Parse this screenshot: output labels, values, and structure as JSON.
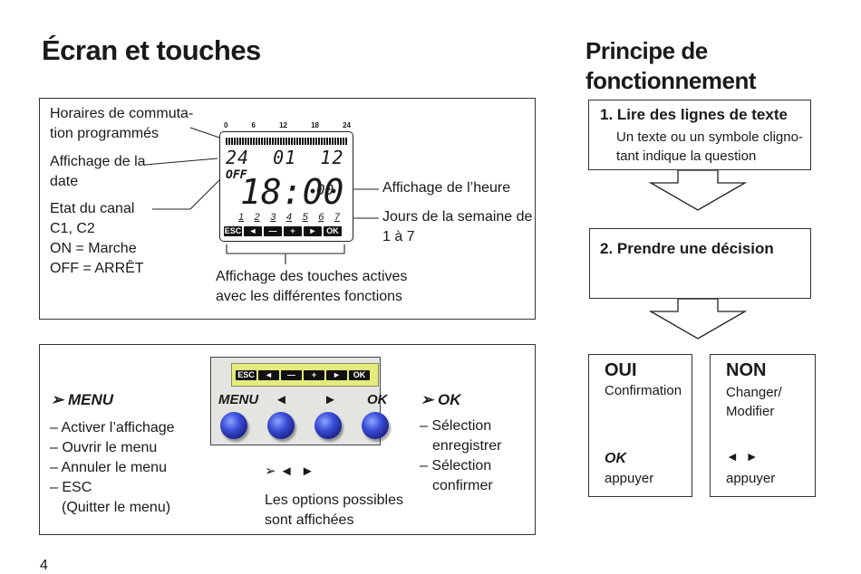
{
  "left_title": "Écran et touches",
  "right_title": [
    "Principe de",
    "fonctionnement"
  ],
  "page_number": "4",
  "screen_panel": {
    "label_schedule": [
      "Horaires de commuta-",
      "tion programmés"
    ],
    "label_date": [
      "Affichage de la",
      "date"
    ],
    "label_channel": [
      "Etat du canal",
      "C1, C2",
      "ON = Marche",
      "OFF = ARRÊT"
    ],
    "label_time": "Affichage de l’heure",
    "label_days": [
      "Jours de la semaine de",
      "1 à 7"
    ],
    "label_keys": [
      "Affichage des touches actives",
      "avec les différentes fonctions"
    ],
    "lcd": {
      "scale": [
        "0",
        "6",
        "12",
        "18",
        "24"
      ],
      "date": "24  01  12",
      "status": "OFF",
      "time": "18:00",
      "seconds": "00",
      "days": [
        "1",
        "2",
        "3",
        "4",
        "5",
        "6",
        "7"
      ],
      "keys": [
        "ESC",
        "◄",
        "—",
        "+",
        "►",
        "OK"
      ]
    }
  },
  "keys_panel": {
    "menu_heading": "MENU",
    "menu_items": [
      "– Activer l’affichage",
      "– Ouvrir le menu",
      "– Annuler le menu",
      "– ESC",
      "(Quitter le menu)"
    ],
    "ok_heading": "OK",
    "ok_items": [
      "– Sélection",
      "enregistrer",
      "– Sélection",
      "confirmer"
    ],
    "arrows_text": "◄  ►",
    "options_text": [
      "Les options possibles",
      "sont affichées"
    ],
    "device": {
      "keys": [
        "ESC",
        "◄",
        "—",
        "+",
        "►",
        "OK"
      ],
      "button_labels": [
        "MENU",
        "◄",
        "►",
        "OK"
      ]
    }
  },
  "flow": {
    "step1_num": "1.",
    "step1_title": "Lire des lignes de texte",
    "step1_text": [
      "Un texte ou un symbole cligno-",
      "tant indique la question"
    ],
    "step2_num": "2.",
    "step2_title": "Prendre une décision",
    "yes_title": "OUI",
    "yes_text": "Confirmation",
    "yes_key": "OK",
    "yes_action": "appuyer",
    "no_title": "NON",
    "no_text": [
      "Changer/",
      "Modifier"
    ],
    "no_key": "◄  ►",
    "no_action": "appuyer"
  }
}
